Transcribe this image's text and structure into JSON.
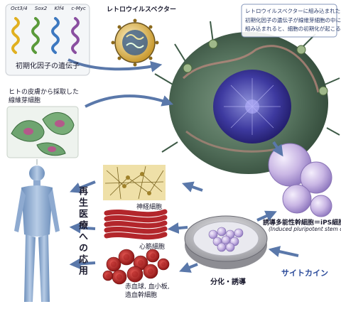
{
  "genes": {
    "names": [
      "Oct3/4",
      "Sox2",
      "Klf4",
      "c-Myc"
    ],
    "colors": [
      "#e0b020",
      "#5a9a3a",
      "#3d78c0",
      "#8a4fa0"
    ],
    "caption": "初期化因子の遺伝子"
  },
  "retrovirus": {
    "title": "レトロウイルスベクター"
  },
  "note": {
    "lines": [
      "レトロウイルスベクターに組み込まれた",
      "初期化因子の遺伝子が線維芽細胞の中に",
      "組み込まれると、細胞の初期化が起こる"
    ]
  },
  "fibroblast": {
    "lines": [
      "ヒトの皮膚から採取した",
      "線維芽細胞"
    ]
  },
  "vertical_label": "再生医療への応用",
  "tissues": {
    "nerve": "神経細胞",
    "heart": "心筋細胞",
    "blood": [
      "赤血球, 血小板,",
      "造血幹細胞"
    ]
  },
  "ips": {
    "line1": "誘導多能性幹細胞＝iPS細胞",
    "line2": "(Induced pluripotent stem cell)"
  },
  "dish_label": "分化・誘導",
  "cytokine": "サイトカイン",
  "colors": {
    "arrow": "#5a78aa",
    "accent_text": "#2a4a9a",
    "ips_cell": "#c9b6e4",
    "muscle": "#b3262b",
    "blood": "#c0262a",
    "nerve": "#e4cf8a"
  }
}
